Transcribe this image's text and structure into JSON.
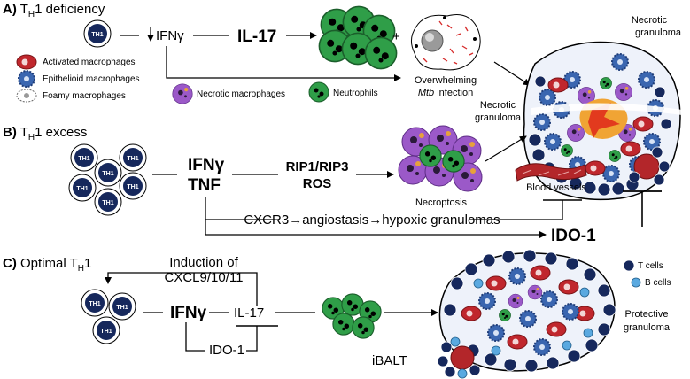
{
  "panel_a": {
    "label": "A)",
    "title_main": "T",
    "title_sub": "H",
    "title_tail": "1 deficiency",
    "cytokine": "IFNγ",
    "il17": "IL-17",
    "plus": "+",
    "infection_line1": "Overwhelming",
    "infection_line2_italic": "Mtb",
    "infection_line2_rest": " infection",
    "legend": {
      "activated": "Activated macrophages",
      "epithelioid": "Epithelioid macrophages",
      "foamy": "Foamy macrophages",
      "necrotic": "Necrotic macrophages",
      "neutrophils": "Neutrophils"
    }
  },
  "panel_b": {
    "label": "B)",
    "title_main": "T",
    "title_sub": "H",
    "title_tail": "1 excess",
    "ifng": "IFNγ",
    "tnf": "TNF",
    "rip": "RIP1/RIP3",
    "ros": "ROS",
    "necroptosis": "Necroptosis",
    "blood_vessels": "Blood vessels",
    "pathway": "CXCR3→angiostasis→hypoxic granulomas",
    "ido": "IDO-1",
    "necrotic_label_1": "Necrotic",
    "necrotic_label_2": "granuloma"
  },
  "panel_c": {
    "label": "C)",
    "title_main": "Optimal T",
    "title_sub": "H",
    "title_tail": "1",
    "induction_1": "Induction of",
    "induction_2": "CXCL9/10/11",
    "ifng": "IFNγ",
    "il17": "IL-17",
    "ido": "IDO-1",
    "ibalt": "iBALT",
    "t_cells": "T cells",
    "b_cells": "B cells",
    "protective_1": "Protective",
    "protective_2": "granuloma"
  },
  "top_right": {
    "necrotic_1": "Necrotic",
    "necrotic_2": "granuloma"
  },
  "cell_label": "TH1",
  "colors": {
    "th1": "#16285c",
    "activated": "#c0272d",
    "epithelioid": "#3a66b0",
    "necrotic": "#9b59c8",
    "neutrophil": "#2f9e48",
    "bcell": "#5aa9e0",
    "vessel": "#b3262a"
  }
}
